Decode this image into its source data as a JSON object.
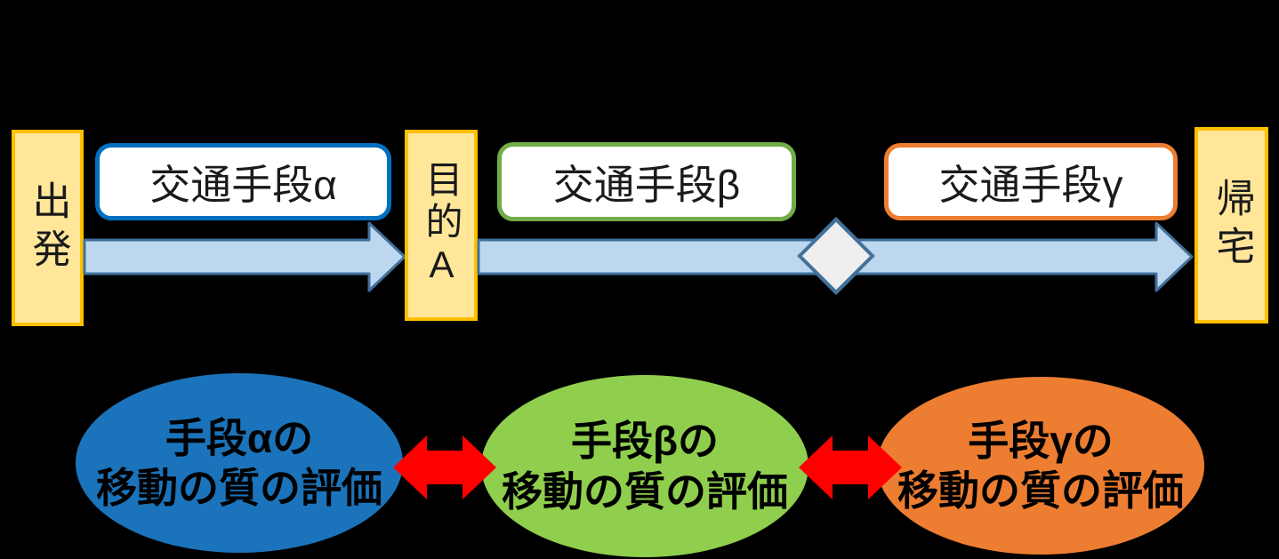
{
  "canvas": {
    "background": "#000000"
  },
  "journey": {
    "node_style": {
      "fill": "#FFE699",
      "border": "#FFC000"
    },
    "nodes": {
      "departure": {
        "label": "出発"
      },
      "destination": {
        "label": "目的A"
      },
      "return": {
        "label": "帰宅"
      }
    },
    "modes": {
      "alpha": {
        "label": "交通手段α",
        "border": "#0070C0"
      },
      "beta": {
        "label": "交通手段β",
        "border": "#70AD47"
      },
      "gamma": {
        "label": "交通手段γ",
        "border": "#ED7D31"
      }
    },
    "arrow_style": {
      "fill": "#BDD7EE",
      "border": "#41719C"
    },
    "diamond_style": {
      "fill": "#EFEFF0",
      "border": "#41719C"
    }
  },
  "evaluation": {
    "link_color": "#FF0000",
    "ellipses": {
      "alpha": {
        "line1": "手段αの",
        "line2": "移動の質の評価",
        "fill": "#1B74BB"
      },
      "beta": {
        "line1": "手段βの",
        "line2": "移動の質の評価",
        "fill": "#8FCF4D"
      },
      "gamma": {
        "line1": "手段γの",
        "line2": "移動の質の評価",
        "fill": "#ED7D31"
      }
    }
  }
}
